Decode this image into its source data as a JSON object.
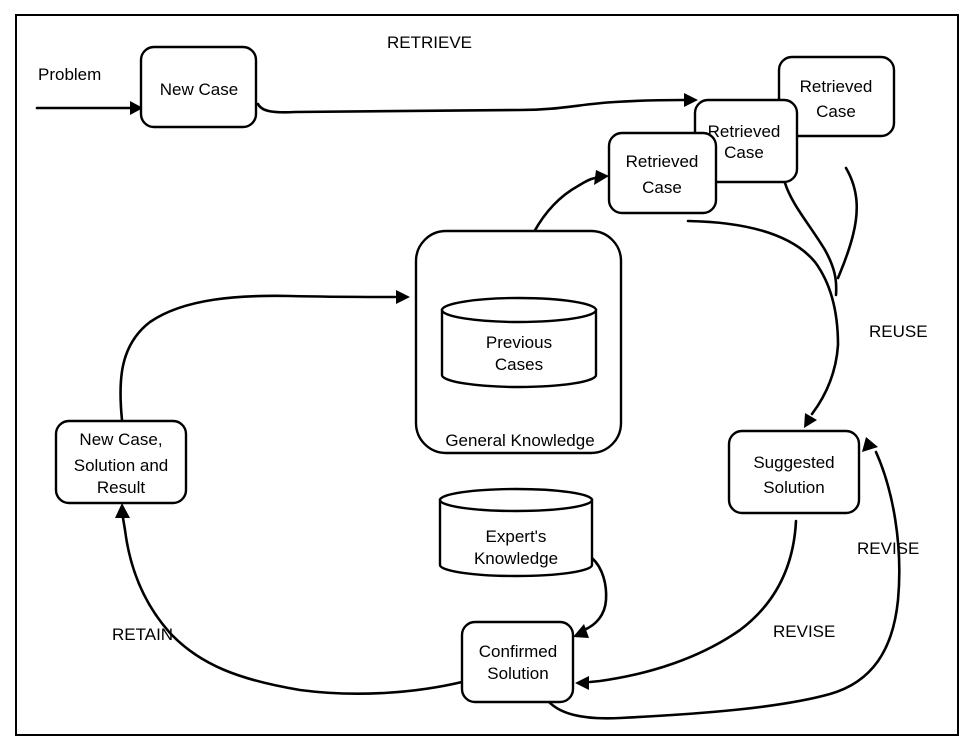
{
  "labels": {
    "problem": "Problem",
    "retrieve": "RETRIEVE",
    "reuse": "REUSE",
    "revise_upper": "REVISE",
    "revise_lower": "REVISE",
    "retain": "RETAIN",
    "general_knowledge": "General Knowledge"
  },
  "nodes": {
    "new_case": [
      "New Case"
    ],
    "retrieved_case_1": [
      "Retrieved",
      "Case"
    ],
    "retrieved_case_2": [
      "Retrieved",
      "Case"
    ],
    "retrieved_case_3": [
      "Retrieved",
      "Case"
    ],
    "previous_cases": [
      "Previous",
      "Cases"
    ],
    "new_case_solution_result": [
      "New Case,",
      "Solution and",
      "Result"
    ],
    "experts_knowledge": [
      "Expert's",
      "Knowledge"
    ],
    "suggested_solution": [
      "Suggested",
      "Solution"
    ],
    "confirmed_solution": [
      "Confirmed",
      "Solution"
    ]
  }
}
